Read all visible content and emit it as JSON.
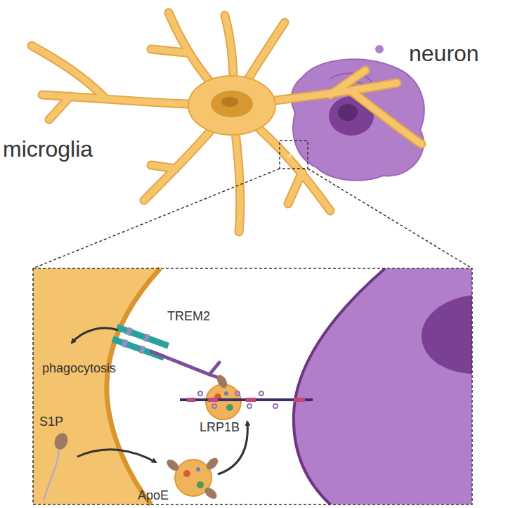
{
  "diagram": {
    "labels": [
      "microglia",
      "neuron",
      "TREM2",
      "phagocytosis",
      "S1P",
      "LRP1B",
      "ApoE"
    ]
  }
}
